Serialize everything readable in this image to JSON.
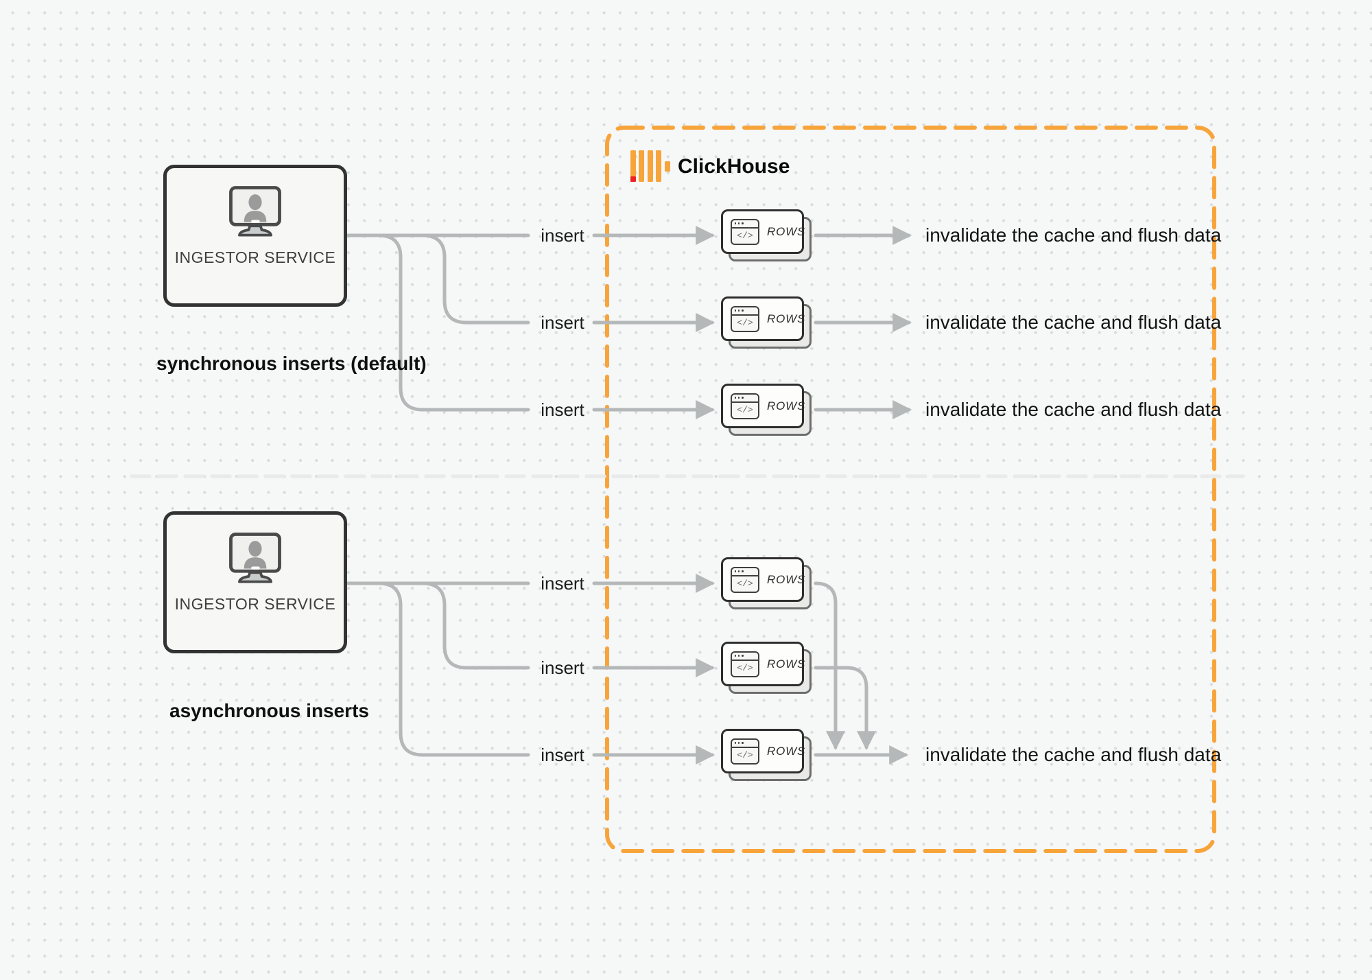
{
  "diagram": {
    "background": {
      "bg_color": "#f6f7f7",
      "dot_color": "#d9dcdc"
    },
    "line_color": "#b5b8b8",
    "divider_color": "#eaeaea",
    "window_glyph": "</>",
    "clickhouse_box": {
      "brand_name": "ClickHouse",
      "border_color": "#F7A43B",
      "logo": {
        "icon_name": "clickhouse-bars-logo",
        "bar_color": "#F7A43B",
        "accent_color": "#EE2222"
      }
    },
    "sections": [
      {
        "caption": "synchronous inserts (default)",
        "service": {
          "label": "INGESTOR SERVICE",
          "icon": "monitor-user-icon"
        },
        "rows": [
          {
            "insert_label": "insert",
            "card_label": "ROWS",
            "result_label": "invalidate the cache and flush data"
          },
          {
            "insert_label": "insert",
            "card_label": "ROWS",
            "result_label": "invalidate the cache and flush data"
          },
          {
            "insert_label": "insert",
            "card_label": "ROWS",
            "result_label": "invalidate the cache and flush data"
          }
        ]
      },
      {
        "caption": "asynchronous inserts",
        "service": {
          "label": "INGESTOR SERVICE",
          "icon": "monitor-user-icon"
        },
        "rows": [
          {
            "insert_label": "insert",
            "card_label": "ROWS"
          },
          {
            "insert_label": "insert",
            "card_label": "ROWS"
          },
          {
            "insert_label": "insert",
            "card_label": "ROWS",
            "result_label": "invalidate the cache and flush data"
          }
        ]
      }
    ]
  }
}
